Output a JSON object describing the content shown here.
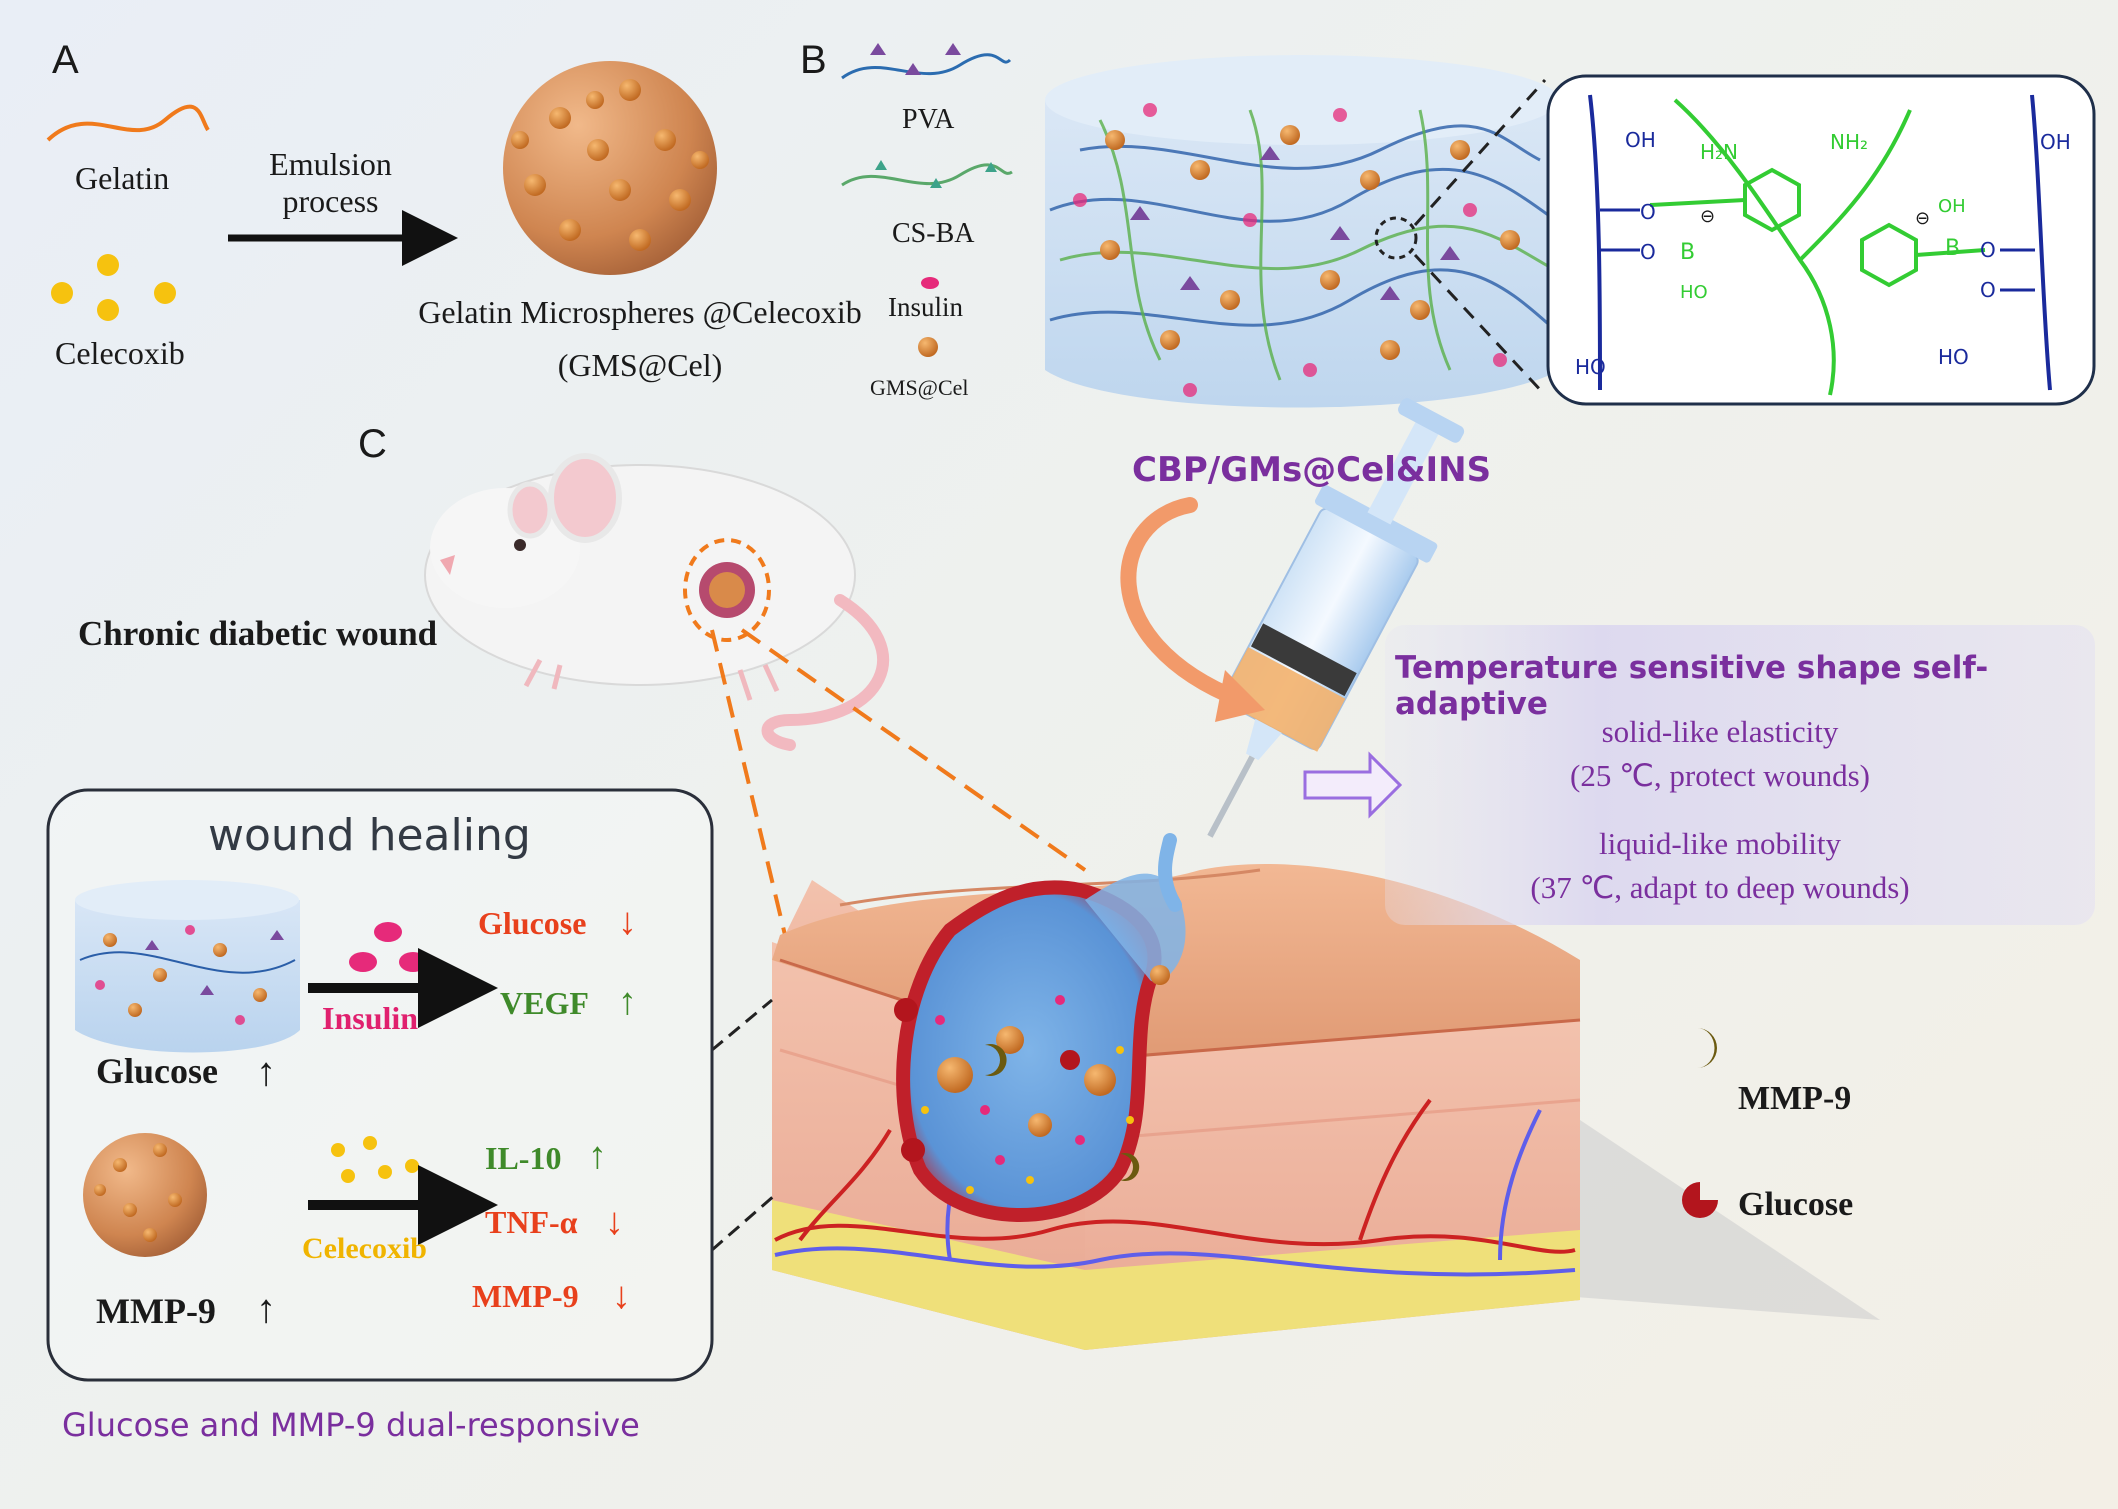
{
  "panel_a": {
    "letter": "A",
    "gelatin_label": "Gelatin",
    "celecoxib_label": "Celecoxib",
    "process_line1": "Emulsion",
    "process_line2": "process",
    "product_line1": "Gelatin Microspheres @Celecoxib",
    "product_line2": "(GMS@Cel)"
  },
  "panel_b": {
    "letter": "B",
    "legend": [
      "PVA",
      "CS-BA",
      "Insulin",
      "GMS@Cel"
    ],
    "hydrogel_name": "CBP/GMs@Cel&INS",
    "chem_groups": {
      "oh_top_left": "OH",
      "nh2_left": "H₂N",
      "nh2_right": "NH₂",
      "oh_top_right": "OH",
      "oh_boron_right": "OH",
      "ho_boron_left": "HO",
      "ho_bottom_left": "HO",
      "ho_bottom_right": "HO",
      "boron": "B",
      "oxygen": "O",
      "charge": "⊖"
    }
  },
  "panel_c": {
    "letter": "C",
    "wound_label": "Chronic diabetic wound",
    "temperature_title": "Temperature sensitive shape self-adaptive",
    "state1_line1": "solid-like elasticity",
    "state1_line2": "(25 ℃, protect wounds)",
    "state2_line1": "liquid-like mobility",
    "state2_line2": "(37 ℃, adapt to deep wounds)",
    "legend_mmp9": "MMP-9",
    "legend_glucose": "Glucose"
  },
  "healing_box": {
    "title": "wound healing",
    "trigger1": "Glucose",
    "drug1": "Insulin",
    "effect_glucose": "Glucose",
    "effect_vegf": "VEGF",
    "trigger2": "MMP-9",
    "drug2": "Celecoxib",
    "effect_il10": "IL-10",
    "effect_tnf": "TNF-α",
    "effect_mmp9": "MMP-9",
    "arrow_up": "↑",
    "arrow_down": "↓"
  },
  "footer": "Glucose and MMP-9 dual-responsive",
  "colors": {
    "purple": "#7a2f9e",
    "red_effect": "#e8401c",
    "green_effect": "#3f8a2a",
    "insulin_pink": "#e0206e",
    "celecoxib_yellow": "#f0b400",
    "gelatin_orange": "#c8773c",
    "chem_blue": "#1a2a9c",
    "chem_green": "#33cc33"
  }
}
